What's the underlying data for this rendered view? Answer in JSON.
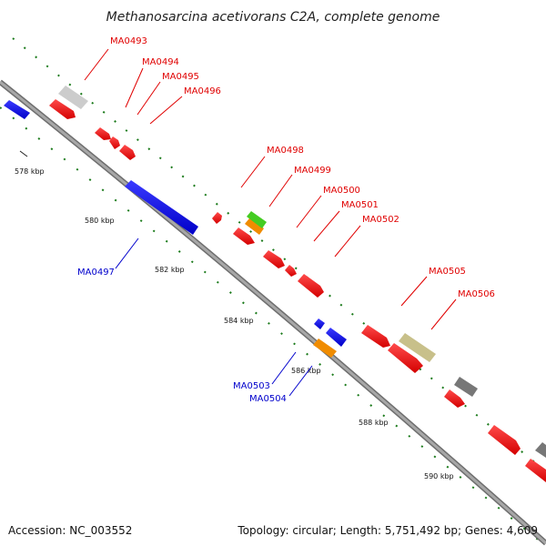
{
  "title": "Methanosarcina acetivorans C2A, complete genome",
  "footer": {
    "accession": "Accession: NC_003552",
    "summary": "Topology: circular; Length: 5,751,492 bp; Genes: 4,609"
  },
  "colors": {
    "backbone": "#888888",
    "tick": "#1a7a1a",
    "forward_label": "#e00000",
    "reverse_label": "#0000cc"
  },
  "ruler": [
    "578 kbp",
    "580 kbp",
    "582 kbp",
    "584 kbp",
    "586 kbp",
    "588 kbp",
    "590 kbp"
  ],
  "gene_labels": [
    {
      "text": "MA0493",
      "strand": "forward"
    },
    {
      "text": "MA0494",
      "strand": "forward"
    },
    {
      "text": "MA0495",
      "strand": "forward"
    },
    {
      "text": "MA0496",
      "strand": "forward"
    },
    {
      "text": "MA0497",
      "strand": "reverse"
    },
    {
      "text": "MA0498",
      "strand": "forward"
    },
    {
      "text": "MA0499",
      "strand": "forward"
    },
    {
      "text": "MA0500",
      "strand": "forward"
    },
    {
      "text": "MA0501",
      "strand": "forward"
    },
    {
      "text": "MA0502",
      "strand": "forward"
    },
    {
      "text": "MA0503",
      "strand": "reverse"
    },
    {
      "text": "MA0504",
      "strand": "reverse"
    },
    {
      "text": "MA0505",
      "strand": "forward"
    },
    {
      "text": "MA0506",
      "strand": "forward"
    }
  ]
}
